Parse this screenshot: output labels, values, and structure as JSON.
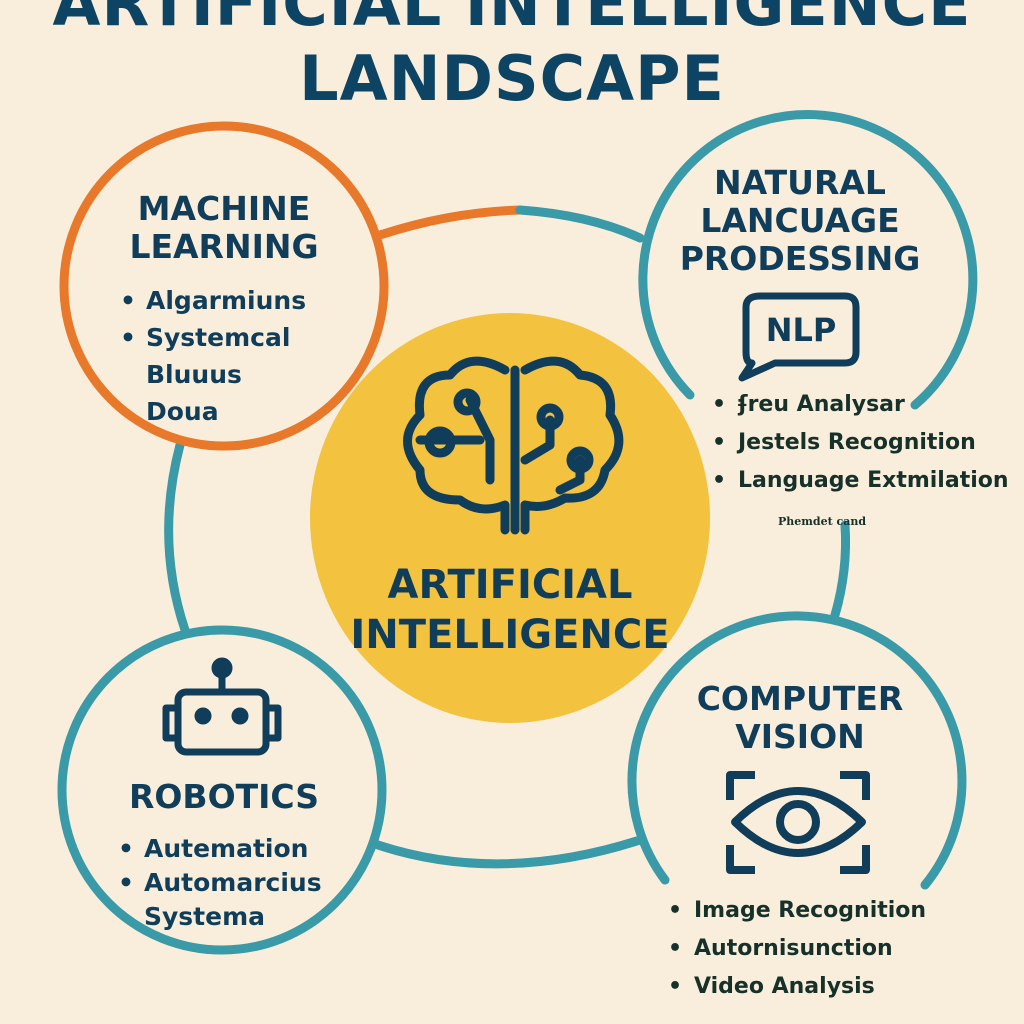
{
  "title": {
    "line1": "ARTIFICIAL INTELLIGENCE",
    "line2": "LANDSCAPE"
  },
  "colors": {
    "background": "#f9eedb",
    "text": "#0f3d5a",
    "orange": "#e8782a",
    "teal": "#3a9aa8",
    "yellow": "#f3c23e"
  },
  "center": {
    "label_line1": "ARTIFICIAL",
    "label_line2": "INTELLIGENCE",
    "icon": "brain-circuit-icon"
  },
  "machine_learning": {
    "heading_line1": "MACHINE",
    "heading_line2": "LEARNING",
    "items": [
      "Algarmiuns",
      "Systemcal",
      "Bluuus",
      "Doua"
    ]
  },
  "nlp": {
    "heading_line1": "NATURAL",
    "heading_line2": "LANCUAGE",
    "heading_line3": "PRODESSING",
    "icon_label": "NLP",
    "icon": "speech-bubble-icon",
    "items": [
      "ʄreu Analysar",
      "Jestels Recognition",
      "Language Extmilation"
    ],
    "note": "Phemdet cand"
  },
  "robotics": {
    "heading": "ROBOTICS",
    "icon": "robot-icon",
    "items": [
      "Autemation",
      "Automarcius",
      "Systema"
    ]
  },
  "computer_vision": {
    "heading_line1": "COMPUTER",
    "heading_line2": "VISION",
    "icon": "eye-scan-icon",
    "items": [
      "Image Recognition",
      "Autornisunction",
      "Video Analysis"
    ]
  }
}
